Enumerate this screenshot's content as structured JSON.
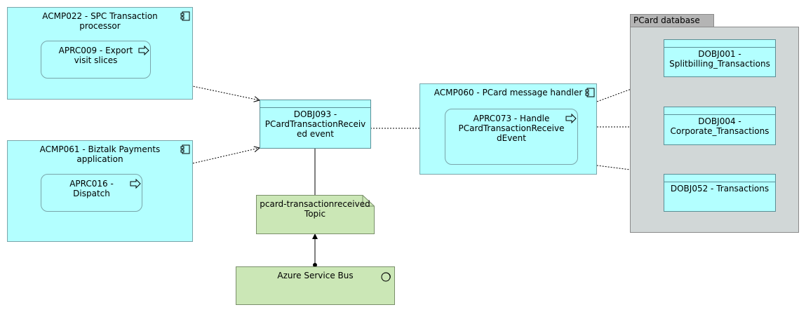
{
  "package": {
    "title": "PCard database"
  },
  "components": [
    {
      "id": "acmp022",
      "label": "ACMP022 - SPC Transaction\nprocessor",
      "icon": "component-icon"
    },
    {
      "id": "acmp061",
      "label": "ACMP061 - Biztalk Payments\napplication",
      "icon": "component-icon"
    },
    {
      "id": "acmp060",
      "label": "ACMP060 - PCard message handler",
      "icon": "component-icon"
    }
  ],
  "processes": [
    {
      "id": "aprc009",
      "label": "APRC009 - Export\nvisit slices",
      "icon": "process-arrow-icon"
    },
    {
      "id": "aprc016",
      "label": "APRC016 -\nDispatch",
      "icon": "process-arrow-icon"
    },
    {
      "id": "aprc073",
      "label": "APRC073 - Handle\nPCardTransactionReceive\ndEvent",
      "icon": "process-arrow-icon"
    }
  ],
  "data_objects": [
    {
      "id": "dobj093",
      "label": "DOBJ093 -\nPCardTransactionReceiv\ned event"
    },
    {
      "id": "dobj001",
      "label": "DOBJ001 -\nSplitbilling_Transactions"
    },
    {
      "id": "dobj004",
      "label": "DOBJ004 -\nCorporate_Transactions"
    },
    {
      "id": "dobj052",
      "label": "DOBJ052 - Transactions"
    }
  ],
  "artifact": {
    "label": "pcard-transactionreceived\nTopic"
  },
  "system_software": {
    "label": "Azure Service Bus",
    "icon": "system-software-icon"
  },
  "colors": {
    "application": "#b3ffff",
    "technology": "#cbe7b6",
    "package_body": "#d1d7d7",
    "package_tab": "#b4b4b4"
  }
}
